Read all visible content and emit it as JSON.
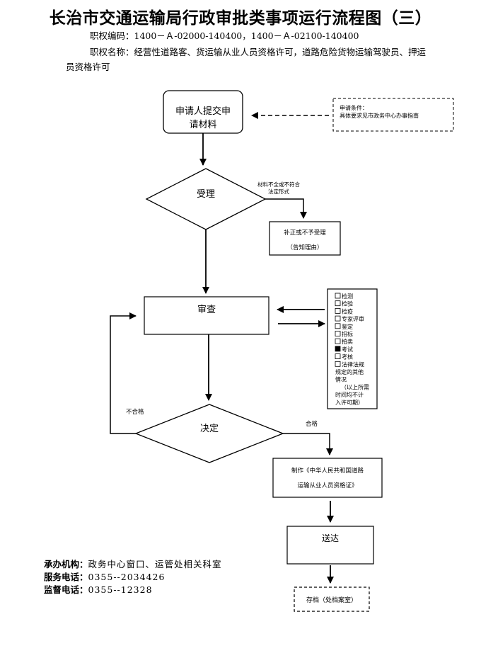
{
  "title": "长治市交通运输局行政审批类事项运行流程图（三）",
  "header": {
    "code_line": "职权编码：1400－Ａ-02000-140400，1400－Ａ-02100-140400",
    "name_line1": "职权名称：经营性道路客、货运输从业人员资格许可，道路危险货物运输驾驶员、押运",
    "name_line2": "员资格许可"
  },
  "flow": {
    "start": [
      "申请人提交申",
      "请材料"
    ],
    "conditions": [
      "申请条件：",
      "具体要求见市政务中心办事指南"
    ],
    "accept": "受理",
    "reject_condition": [
      "材料不全或不符合",
      "法定形式"
    ],
    "reject_box": [
      "补正或不予受理",
      "（告知理由）"
    ],
    "review": "审查",
    "special_items": [
      {
        "label": "检测",
        "checked": false
      },
      {
        "label": "检验",
        "checked": false
      },
      {
        "label": "检疫",
        "checked": false
      },
      {
        "label": "专家评审",
        "checked": false
      },
      {
        "label": "鉴定",
        "checked": false
      },
      {
        "label": "招标",
        "checked": false
      },
      {
        "label": "拍卖",
        "checked": false
      },
      {
        "label": "考试",
        "checked": true
      },
      {
        "label": "考核",
        "checked": false
      },
      {
        "label": "法律法规",
        "checked": false
      }
    ],
    "special_extra": [
      "规定的其他",
      "情况",
      "（以上所需",
      "时间均不计",
      "入许可期）"
    ],
    "decision": "决定",
    "fail_label": "不合格",
    "pass_label": "合格",
    "make_box": [
      "制作《中华人民共和国道路",
      "运输从业人员资格证》"
    ],
    "deliver": "送达",
    "archive": "存档（处档案室）"
  },
  "footer": [
    {
      "key": "承办机构：",
      "value": "政务中心窗口、运管处相关科室"
    },
    {
      "key": "服务电话：",
      "value": "0355--2034426"
    },
    {
      "key": "监督电话：",
      "value": "0355--12328"
    }
  ]
}
